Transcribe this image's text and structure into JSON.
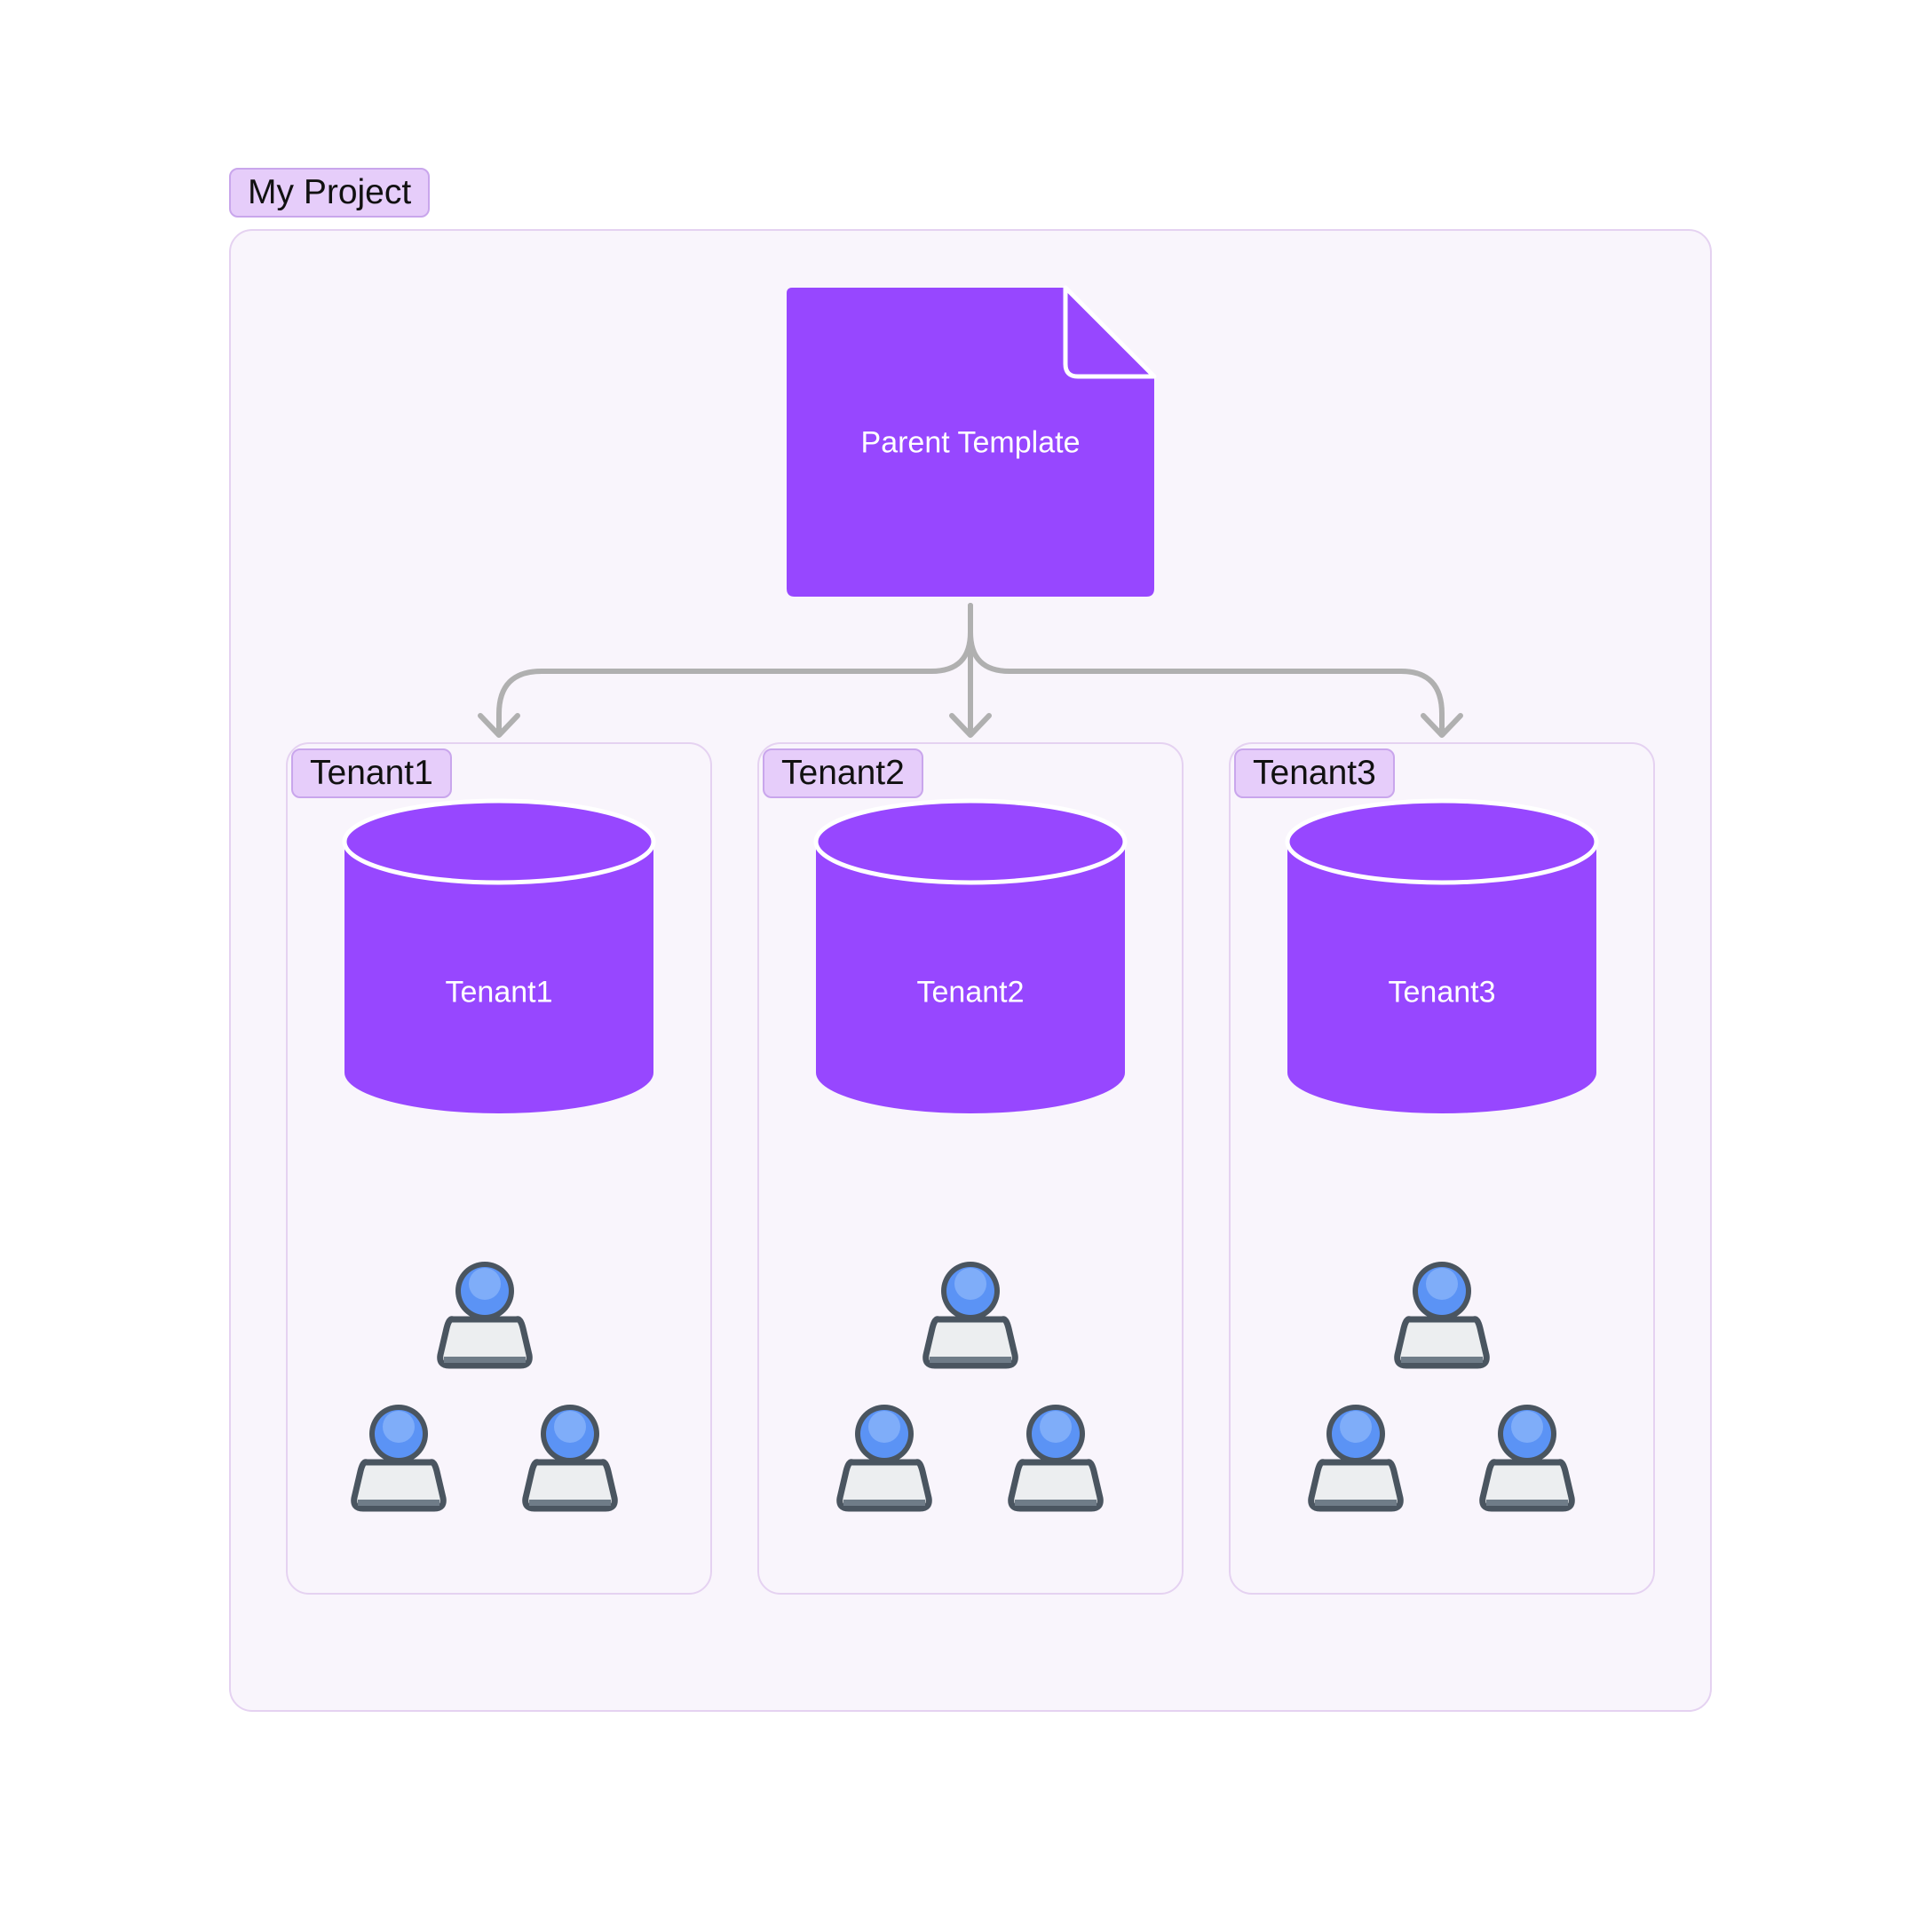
{
  "project": {
    "label": "My Project"
  },
  "parent_template": {
    "label": "Parent Template"
  },
  "tenants": [
    {
      "group_label": "Tenant1",
      "database_label": "Tenant1",
      "user_count": 3
    },
    {
      "group_label": "Tenant2",
      "database_label": "Tenant2",
      "user_count": 3
    },
    {
      "group_label": "Tenant3",
      "database_label": "Tenant3",
      "user_count": 3
    }
  ],
  "icons": {
    "template": "document-icon",
    "database": "database-cylinder-icon",
    "user": "user-icon",
    "connector": "arrow-down-icon"
  },
  "colors": {
    "accent": "#9747ff",
    "group_tag_fill": "#e6cdfa",
    "group_tag_border": "#c9a6ec",
    "frame_fill": "#f9f5fc",
    "frame_border": "#e5d2f1",
    "connector": "#b0b0b0",
    "user_head": "#5b93f5",
    "user_body": "#eceef0",
    "user_outline": "#4a5560"
  }
}
